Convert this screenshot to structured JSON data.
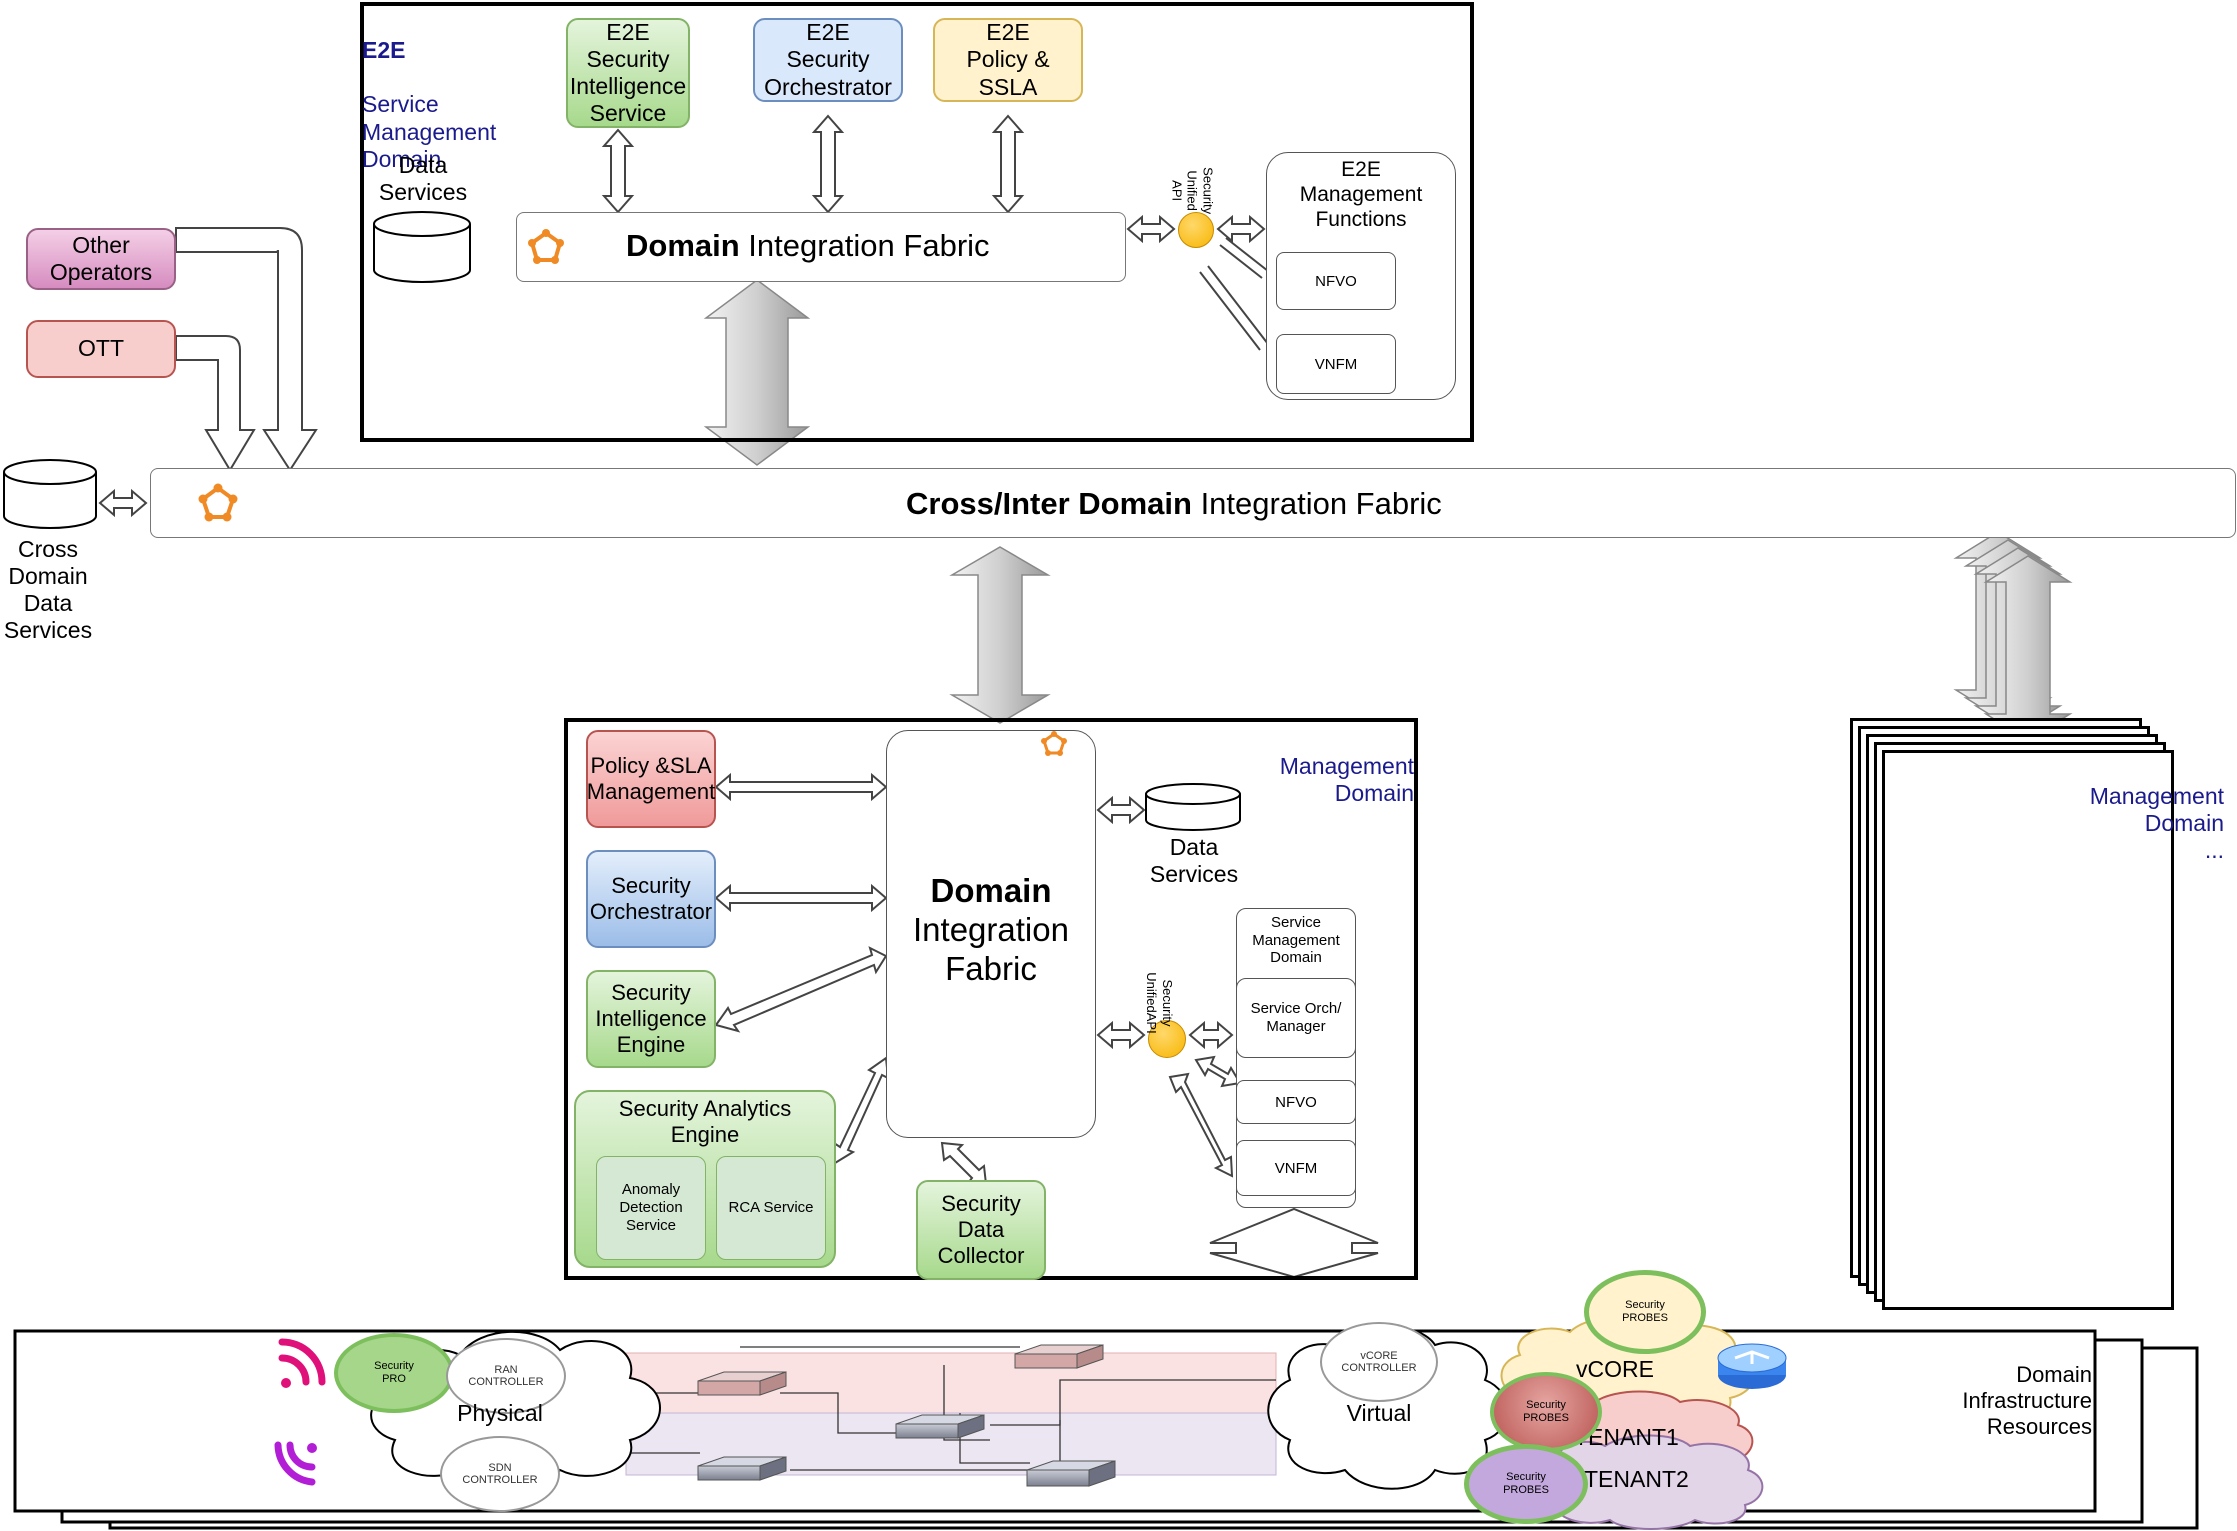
{
  "e2e_domain": {
    "title_bold": "E2E",
    "title_rest": "Service\nManagement\nDomain",
    "security_intelligence_service": "E2E\nSecurity\nIntelligence\nService",
    "security_orchestrator": "E2E\nSecurity\nOrchestrator",
    "policy_sla": "E2E\nPolicy &\nSSLA",
    "data_services": "Data\nServices",
    "fabric_bold": "Domain",
    "fabric_rest": " Integration Fabric",
    "security_api": "Security\nUnified API",
    "mgmt_functions": "E2E\nManagement\nFunctions",
    "nfvo": "NFVO",
    "vnfm": "VNFM"
  },
  "left": {
    "other_operators": "Other\nOperators",
    "ott": "OTT",
    "cross_domain_data_services": "Cross\nDomain\nData\nServices"
  },
  "cross_fabric": {
    "bold": "Cross/Inter Domain",
    "rest": " Integration Fabric"
  },
  "mgmt_domain": {
    "title": "Management\nDomain",
    "policy_sla": "Policy &SLA\nManagement",
    "security_orchestrator": "Security\nOrchestrator",
    "security_intelligence_engine": "Security\nIntelligence\nEngine",
    "security_analytics_engine": "Security Analytics\nEngine",
    "anomaly_detection": "Anomaly\nDetection\nService",
    "rca_service": "RCA Service",
    "security_data_collector": "Security\nData\nCollector",
    "fabric_bold": "Domain",
    "fabric_rest": "Integration\nFabric",
    "data_services": "Data\nServices",
    "security_api": "Security\nUnifiedAPI",
    "service_mgmt_domain": "Service\nManagement\nDomain",
    "service_orch": "Service Orch/\nManager",
    "nfvo": "NFVO",
    "vnfm": "VNFM"
  },
  "other_mgmt_domain": {
    "title": "Management\nDomain\n..."
  },
  "infrastructure": {
    "title": "Domain\nInfrastructure\nResources",
    "security_probes": "Security\nPROBES",
    "security_probes_cut": "Security\nPRO",
    "ran_controller": "RAN\nCONTROLLER",
    "sdn_controller": "SDN\nCONTROLLER",
    "physical": "Physical",
    "vcore_controller": "vCORE\nCONTROLLER",
    "virtual": "Virtual",
    "vcore": "vCORE",
    "tenant1": "TENANT1",
    "tenant2": "TENANT2"
  },
  "colors": {
    "accent_orange": "#f08a24",
    "api_yellow": "#f7b500",
    "domain_title_blue": "#1a1a8c"
  }
}
